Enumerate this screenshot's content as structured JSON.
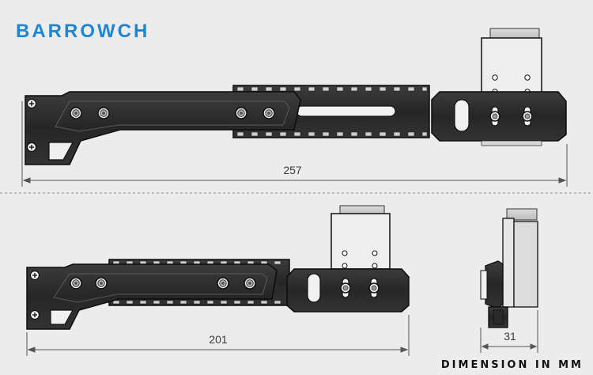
{
  "brand": {
    "name": "BARROWCH",
    "color": "#1e86d6"
  },
  "dimensions": {
    "top_length": "257",
    "bottom_length": "201",
    "side_width": "31"
  },
  "footer": {
    "text": "DIMENSION IN MM"
  },
  "colors": {
    "part_fill": "#2d2d2d",
    "part_edge": "#0c0c0c",
    "line": "#555555",
    "background": "#ececec"
  },
  "icons": {
    "screw": "phillips-screw-icon",
    "thumbscrew": "thumbscrew-icon"
  }
}
